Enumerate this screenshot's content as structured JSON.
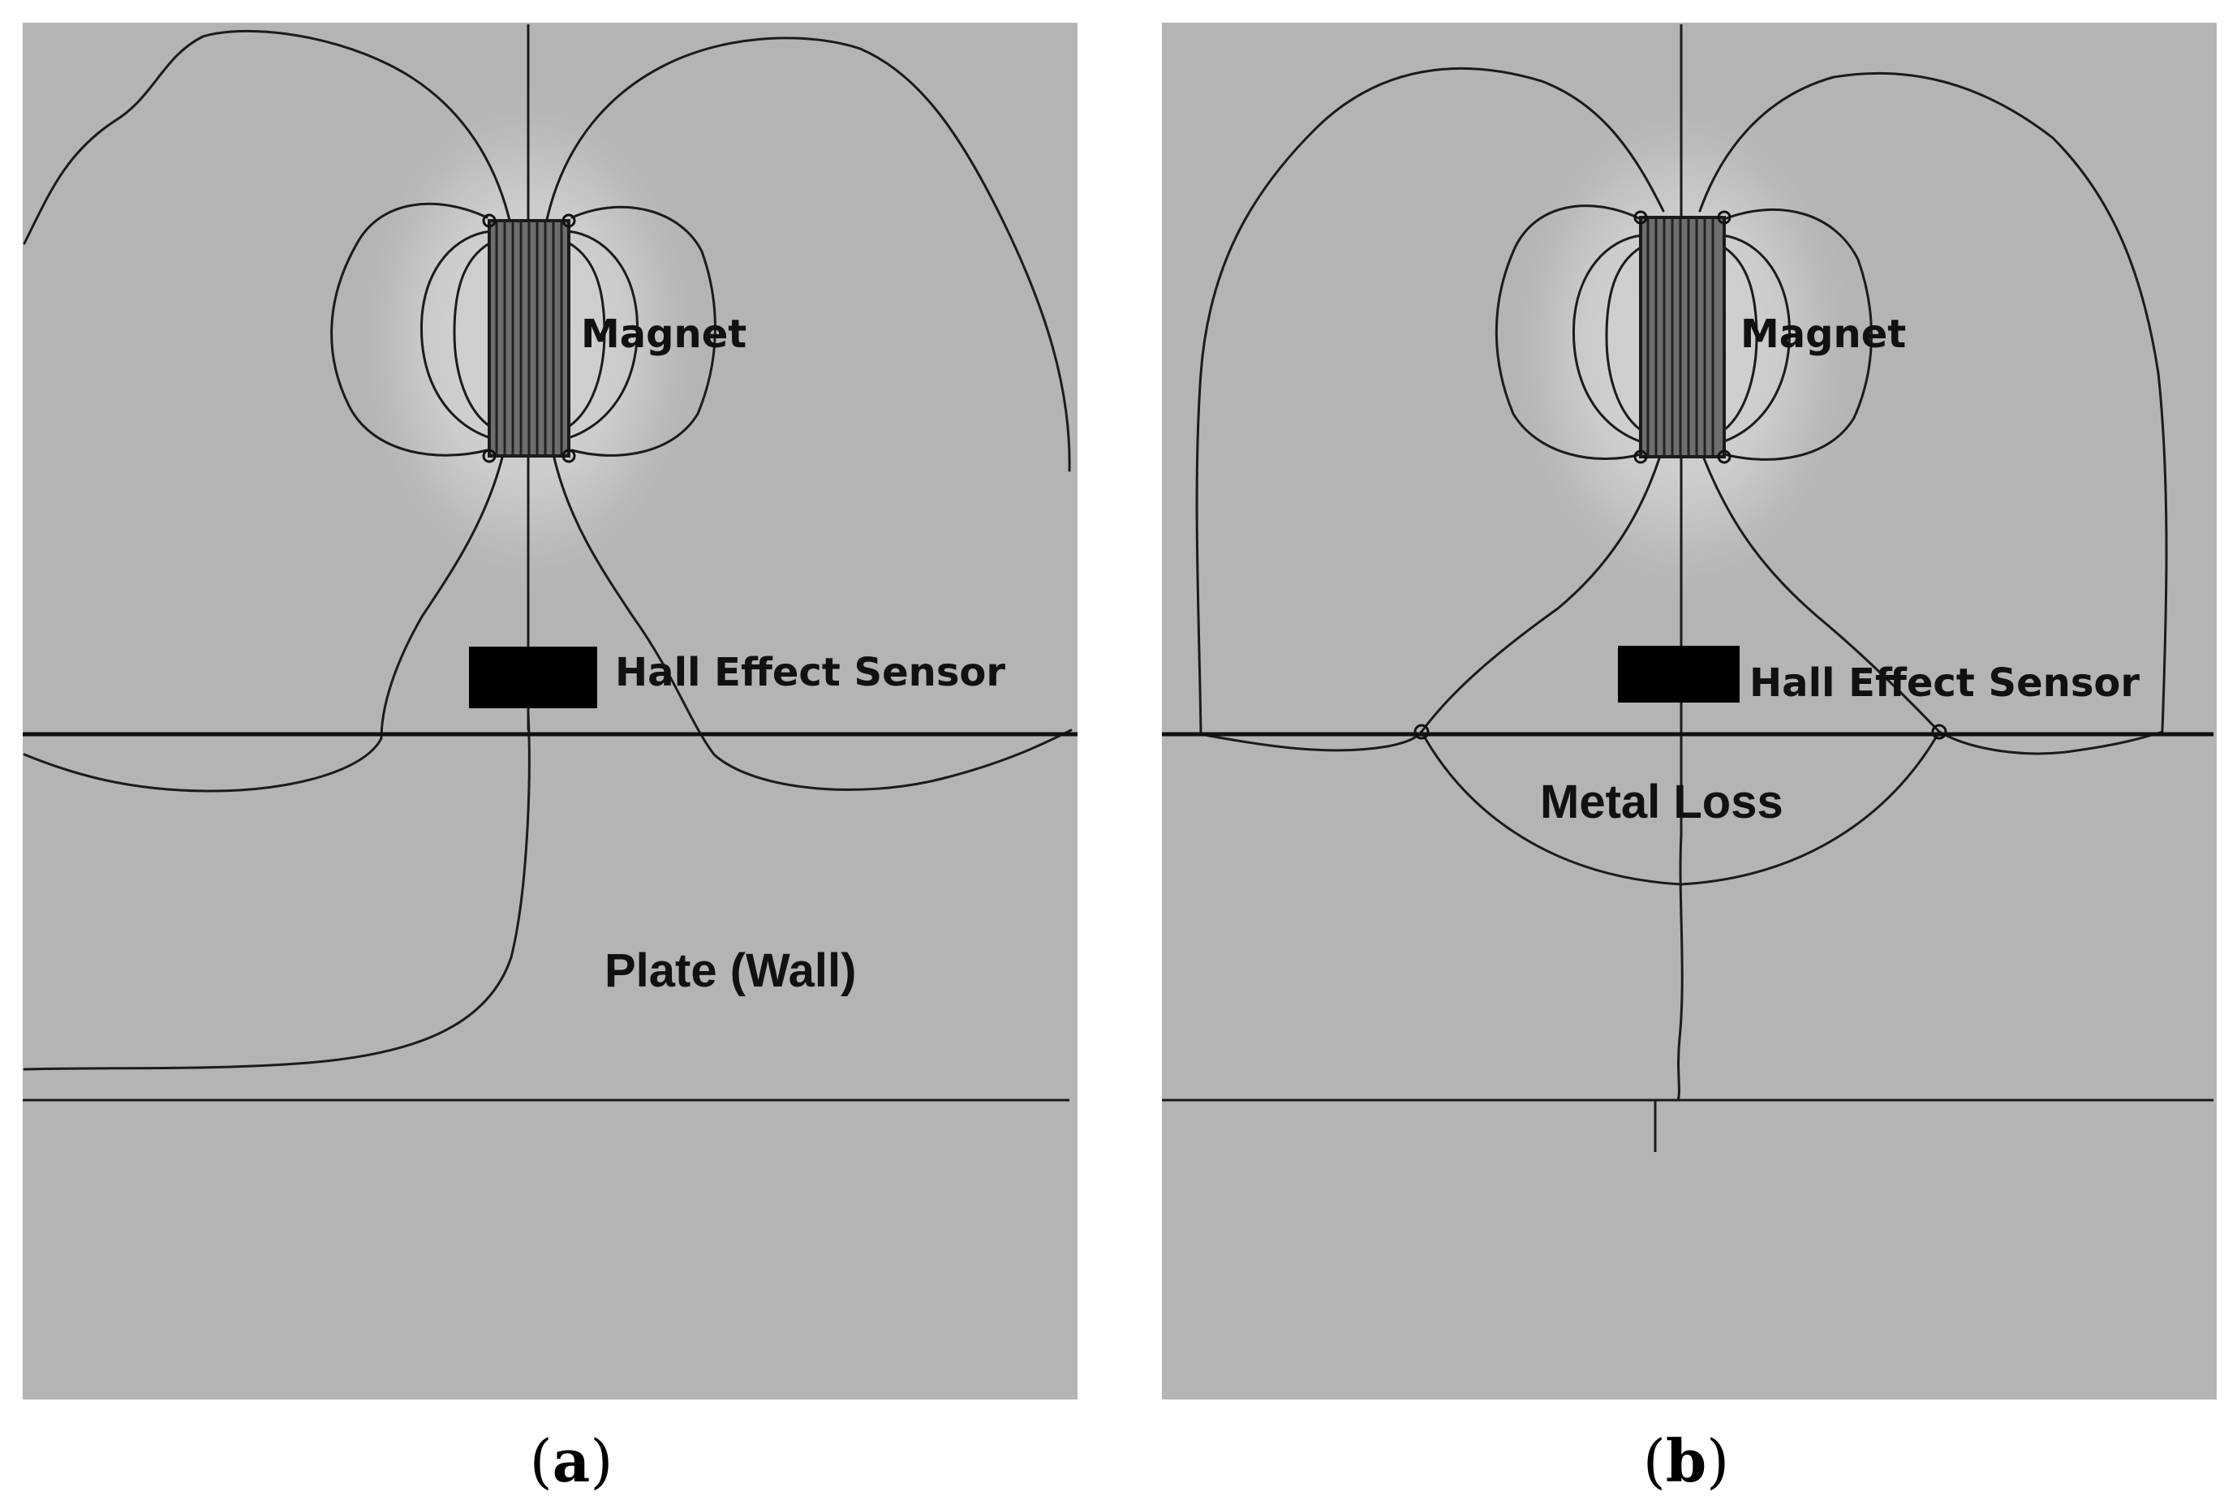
{
  "panel_a": {
    "magnet_label": "Magnet",
    "sensor_label": "Hall Effect Sensor",
    "plate_label": "Plate (Wall)",
    "caption_open": "(",
    "caption_letter": "a",
    "caption_close": ")"
  },
  "panel_b": {
    "magnet_label": "Magnet",
    "sensor_label": "Hall Effect Sensor",
    "defect_label": "Metal Loss",
    "caption_open": "(",
    "caption_letter": "b",
    "caption_close": ")"
  },
  "colors": {
    "background": "#b4b4b4",
    "field_lines": "#1b1b1b",
    "sensor": "#000000"
  }
}
